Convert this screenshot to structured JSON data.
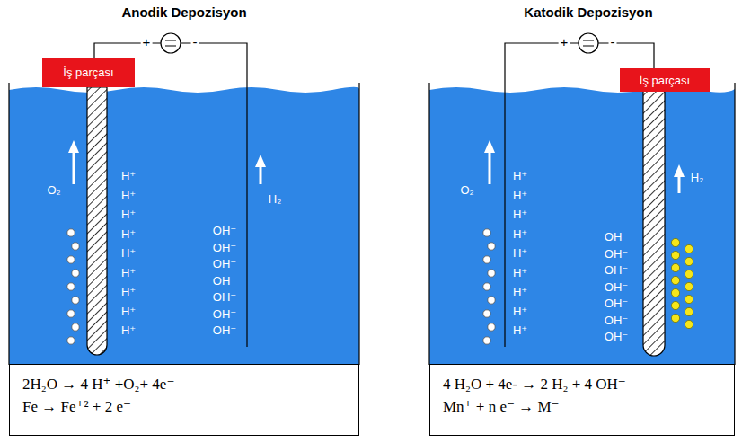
{
  "diagram": {
    "nodes": [
      {
        "text": [
          "İş parçası"
        ]
      },
      {
        "text": [
          "2H₂O → 4 H⁺ +O₂+ 4e⁻",
          "Fe → Fe⁺² + 2 e⁻"
        ]
      },
      {
        "text": [
          "İş parçası"
        ]
      },
      {
        "text": [
          "4 H₂O + 4e- → 2 H₂ + 4 OH⁻",
          "Mn⁺ + n e⁻ → M⁻"
        ]
      }
    ],
    "labels": [
      "Anodik Depozisyon",
      "+",
      "-",
      "O₂",
      "H₂",
      "H⁺",
      "H⁺",
      "H⁺",
      "H⁺",
      "H⁺",
      "H⁺",
      "H⁺",
      "H⁺",
      "H⁺",
      "OH⁻",
      "OH⁻",
      "OH⁻",
      "OH⁻",
      "OH⁻",
      "OH⁻",
      "OH⁻",
      "Katodik Depozisyon",
      "+",
      "-",
      "O₂",
      "H₂",
      "H⁺",
      "H⁺",
      "H⁺",
      "H⁺",
      "H⁺",
      "H⁺",
      "H⁺",
      "H⁺",
      "H⁺",
      "OH⁻",
      "OH⁻",
      "OH⁻",
      "OH⁻",
      "OH⁻",
      "OH⁻",
      "OH⁻"
    ]
  }
}
